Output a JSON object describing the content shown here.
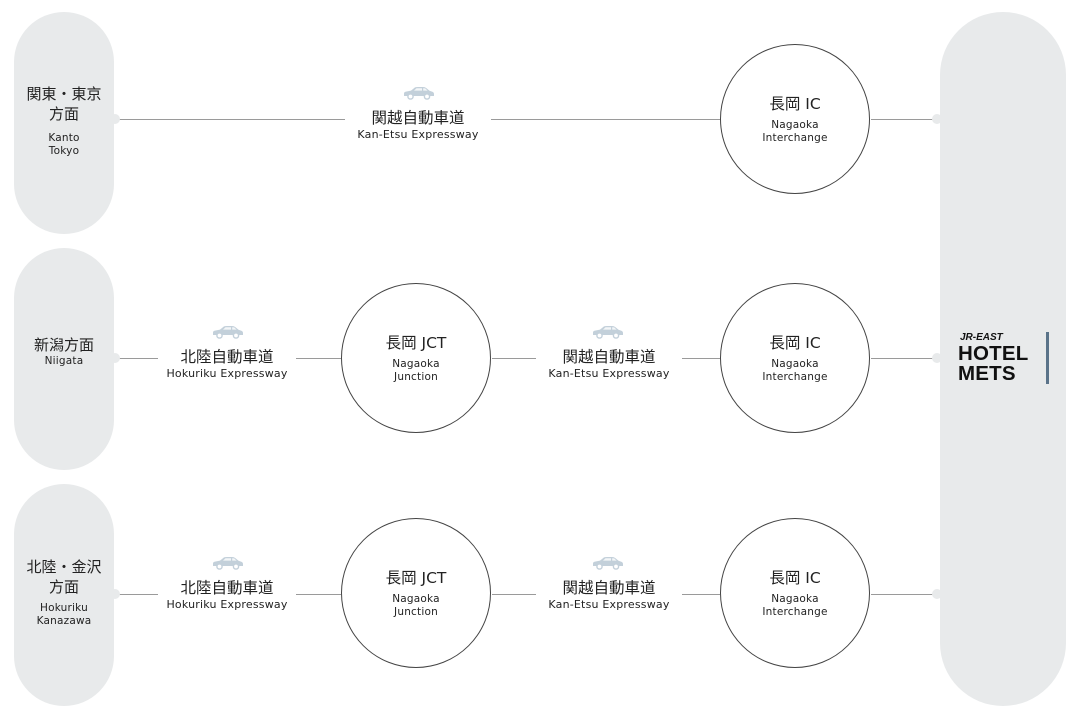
{
  "origins": [
    {
      "jp": [
        "関東・東京",
        "方面"
      ],
      "en": [
        "Kanto",
        "Tokyo"
      ]
    },
    {
      "jp": [
        "新潟方面"
      ],
      "en": [
        "Niigata"
      ]
    },
    {
      "jp": [
        "北陸・金沢",
        "方面"
      ],
      "en": [
        "Hokuriku",
        "Kanazawa"
      ]
    }
  ],
  "roads": {
    "kanetsu": {
      "jp": "関越自動車道",
      "en": "Kan-Etsu Expressway"
    },
    "hokuriku": {
      "jp": "北陸自動車道",
      "en": "Hokuriku Expressway"
    }
  },
  "nodes": {
    "ic": {
      "jp": "長岡 IC",
      "en": [
        "Nagaoka",
        "Interchange"
      ]
    },
    "jct": {
      "jp": "長岡 JCT",
      "en": [
        "Nagaoka",
        "Junction"
      ]
    }
  },
  "hotel": {
    "line1": "JR-EAST",
    "line2": "HOTEL",
    "line3": "METS",
    "accent_color": "#5a7389"
  },
  "icons": {
    "car": "car-icon"
  },
  "colors": {
    "pill": "#e8eaeb",
    "line": "#9a9a9a",
    "car": "#c3d0da"
  }
}
